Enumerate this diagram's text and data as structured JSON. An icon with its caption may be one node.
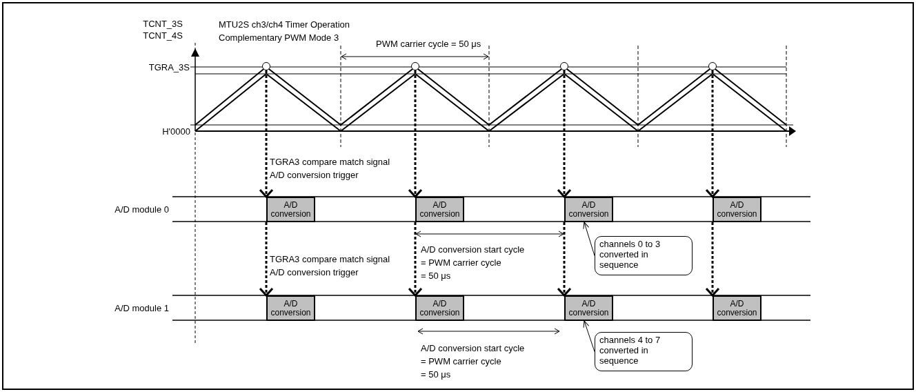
{
  "diagram": {
    "nodes": [
      {
        "text": [],
        "shape": "circle"
      },
      {
        "text": [],
        "shape": "circle"
      },
      {
        "text": [],
        "shape": "circle"
      },
      {
        "text": [],
        "shape": "circle"
      },
      {
        "text": [
          "A/D conversion"
        ]
      },
      {
        "text": [
          "A/D conversion"
        ]
      },
      {
        "text": [
          "A/D conversion"
        ]
      },
      {
        "text": [
          "A/D conversion"
        ]
      },
      {
        "text": [
          "A/D conversion"
        ]
      },
      {
        "text": [
          "A/D conversion"
        ]
      },
      {
        "text": [
          "A/D conversion"
        ]
      },
      {
        "text": [
          "A/D conversion"
        ]
      },
      {
        "text": [
          "channels 0 to 3 converted in sequence"
        ]
      },
      {
        "text": [
          "channels 4 to 7 converted in sequence"
        ]
      }
    ],
    "edges": [
      {
        "from": 0,
        "to": 4,
        "arrow": "to",
        "style": "dashed"
      },
      {
        "from": 1,
        "to": 5,
        "arrow": "to",
        "style": "dashed"
      },
      {
        "from": 2,
        "to": 6,
        "arrow": "to",
        "style": "dashed"
      },
      {
        "from": 3,
        "to": 7,
        "arrow": "to",
        "style": "dashed"
      },
      {
        "from": 4,
        "to": 8,
        "arrow": "to",
        "style": "dashed"
      },
      {
        "from": 5,
        "to": 9,
        "arrow": "to",
        "style": "dashed"
      },
      {
        "from": 6,
        "to": 10,
        "arrow": "to",
        "style": "dashed"
      },
      {
        "from": 7,
        "to": 11,
        "arrow": "to",
        "style": "dashed"
      },
      {
        "from": 12,
        "to": 6,
        "arrow": "to"
      },
      {
        "from": 13,
        "to": 10,
        "arrow": "to"
      }
    ],
    "labels": [
      "TCNT_3S",
      "TCNT_4S",
      "MTU2S ch3/ch4 Timer Operation Complementary PWM Mode 3",
      "PWM carrier cycle = 50 μs",
      "TGRA_3S",
      "H'0000",
      "TGRA3 compare match signal A/D conversion trigger",
      "A/D module 0",
      "A/D conversion start cycle = PWM carrier cycle = 50 μs",
      "TGRA3 compare match signal A/D conversion trigger",
      "A/D module 1",
      "A/D conversion start cycle = PWM carrier cycle = 50 μs"
    ]
  }
}
